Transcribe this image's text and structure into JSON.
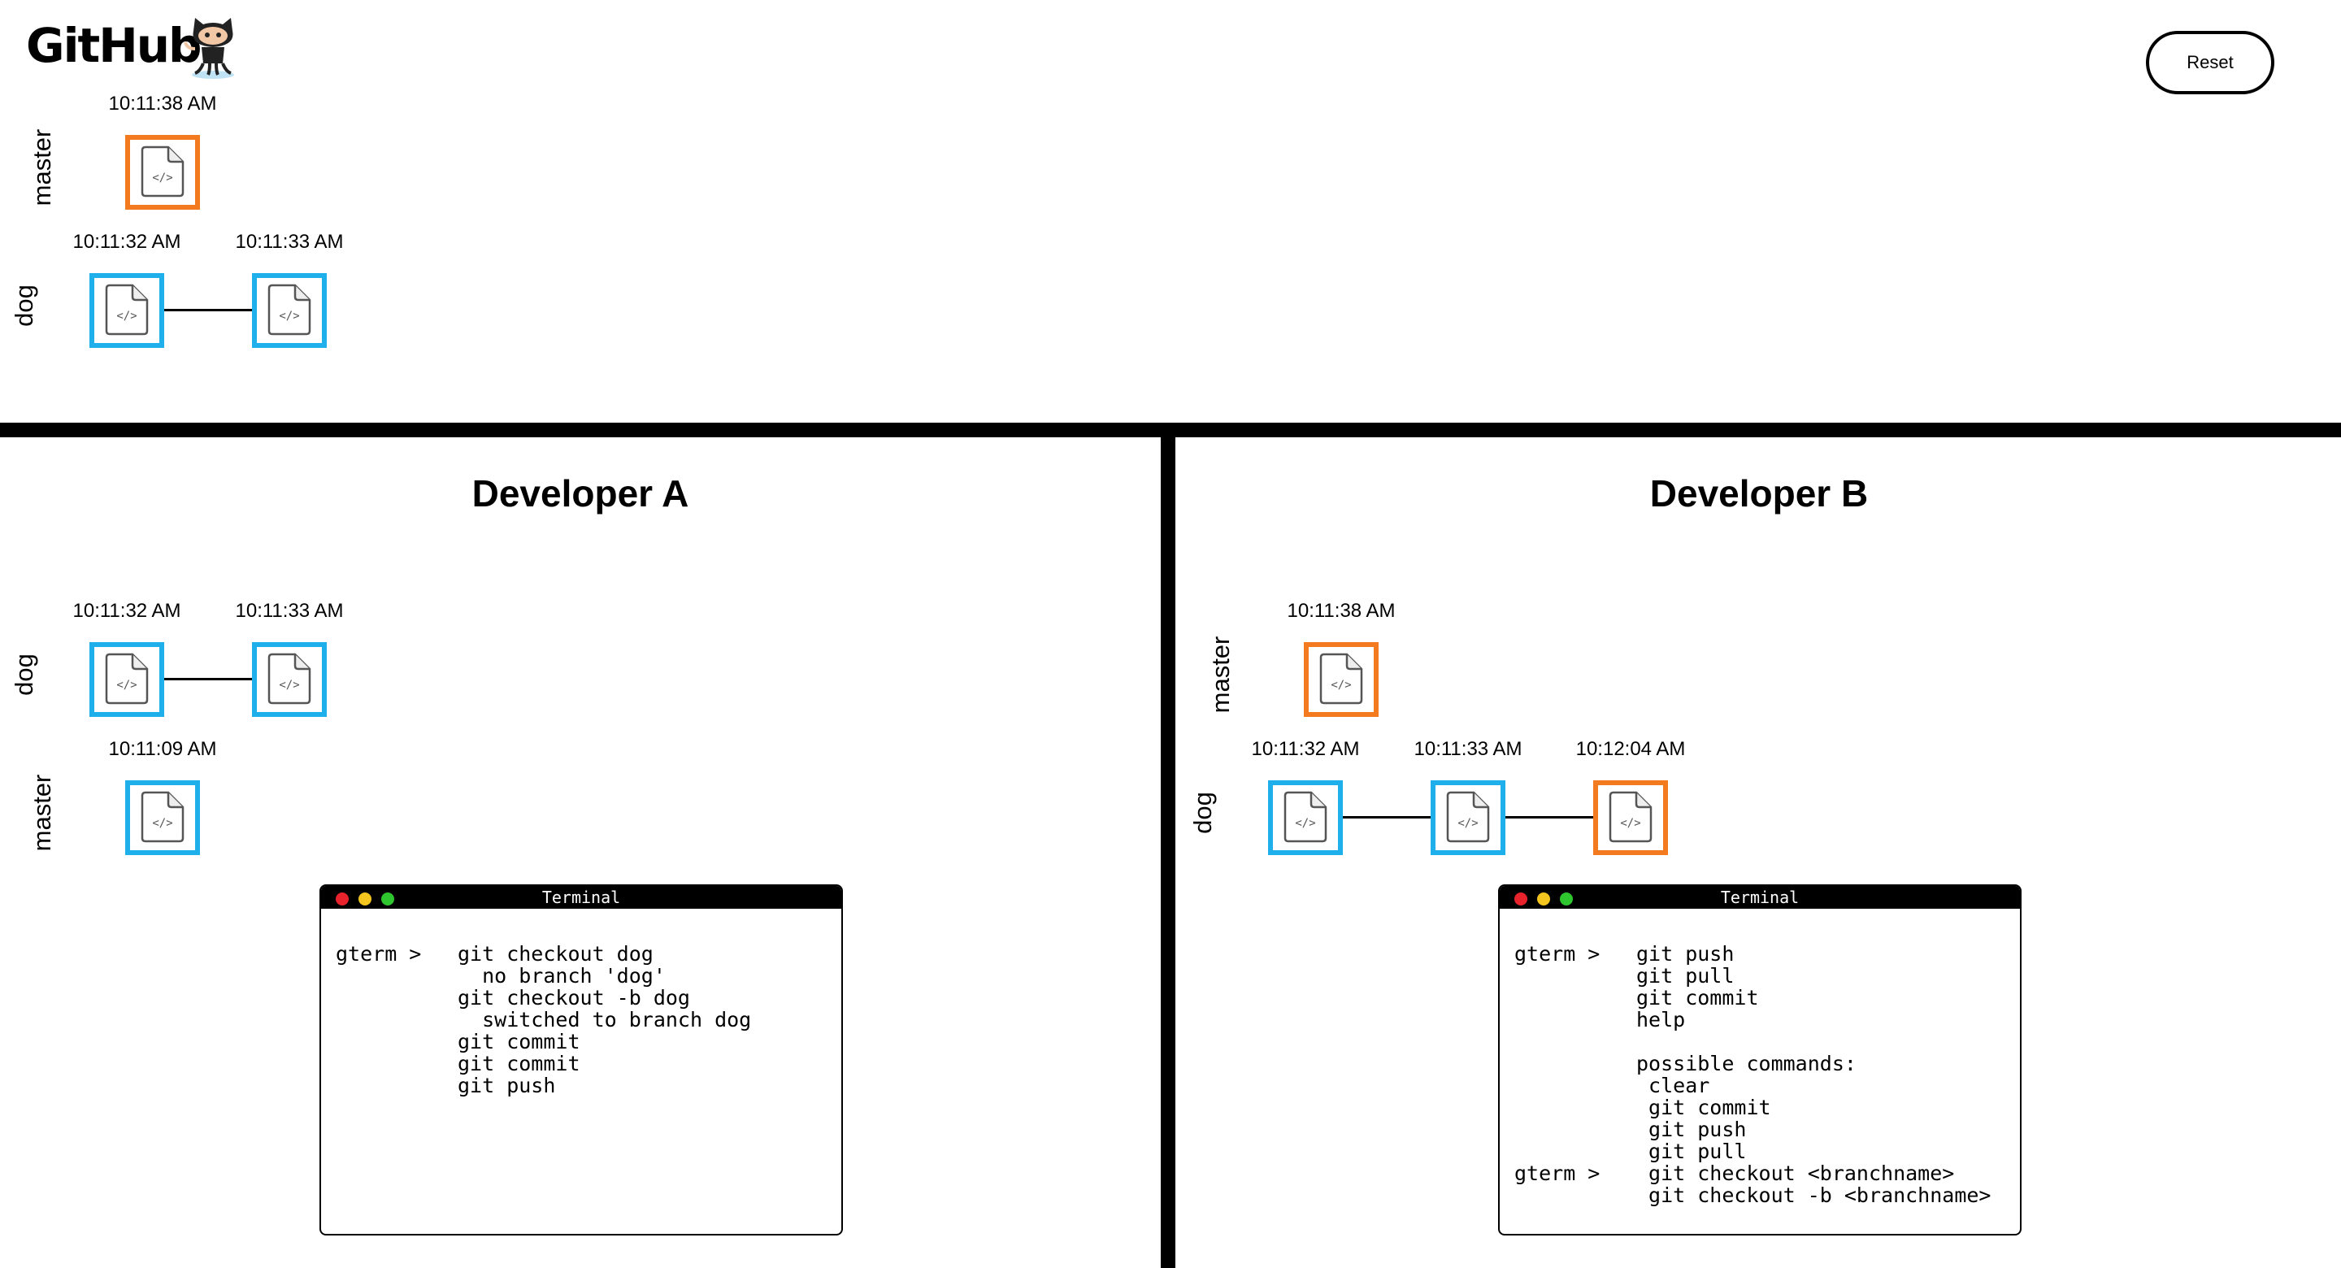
{
  "header": {
    "logo": "GitHub",
    "reset_label": "Reset"
  },
  "icon_names": {
    "commit": "code-file-icon",
    "mascot": "octocat-icon"
  },
  "colors": {
    "pushed": "#1fb0ec",
    "local": "#f47a20"
  },
  "remote": {
    "branches": [
      {
        "name": "master",
        "commits": [
          {
            "time": "10:11:38 AM",
            "state": "local"
          }
        ]
      },
      {
        "name": "dog",
        "commits": [
          {
            "time": "10:11:32 AM",
            "state": "pushed"
          },
          {
            "time": "10:11:33 AM",
            "state": "pushed"
          }
        ]
      }
    ]
  },
  "developer_a": {
    "title": "Developer A",
    "branches": [
      {
        "name": "dog",
        "commits": [
          {
            "time": "10:11:32 AM",
            "state": "pushed"
          },
          {
            "time": "10:11:33 AM",
            "state": "pushed"
          }
        ]
      },
      {
        "name": "master",
        "commits": [
          {
            "time": "10:11:09 AM",
            "state": "pushed"
          }
        ]
      }
    ],
    "terminal": {
      "title": "Terminal",
      "prompt": "gterm >",
      "lines": [
        "git checkout dog",
        "  no branch 'dog'",
        "git checkout -b dog",
        "  switched to branch dog",
        "git commit",
        "git commit",
        "git push"
      ]
    }
  },
  "developer_b": {
    "title": "Developer B",
    "branches": [
      {
        "name": "master",
        "commits": [
          {
            "time": "10:11:38 AM",
            "state": "local"
          }
        ]
      },
      {
        "name": "dog",
        "commits": [
          {
            "time": "10:11:32 AM",
            "state": "pushed"
          },
          {
            "time": "10:11:33 AM",
            "state": "pushed"
          },
          {
            "time": "10:12:04 AM",
            "state": "local"
          }
        ]
      }
    ],
    "terminal": {
      "title": "Terminal",
      "prompt": "gterm >",
      "prompt2": "gterm >",
      "lines": [
        "git push",
        "git pull",
        "git commit",
        "help",
        "",
        "possible commands:",
        " clear",
        " git commit",
        " git push",
        " git pull",
        " git checkout <branchname>",
        " git checkout -b <branchname>"
      ]
    }
  }
}
